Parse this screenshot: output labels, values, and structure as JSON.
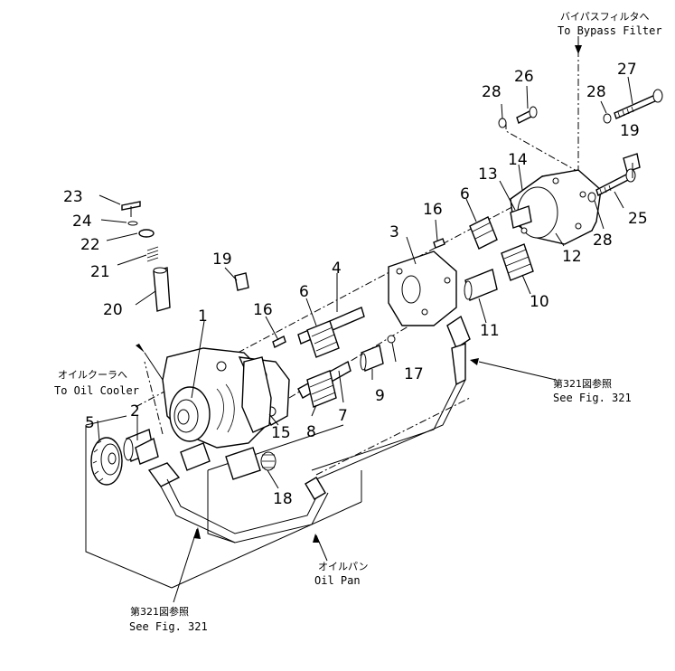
{
  "part_numbers": {
    "p1": "1",
    "p2": "2",
    "p3": "3",
    "p4": "4",
    "p5": "5",
    "p6a": "6",
    "p6b": "6",
    "p7": "7",
    "p8": "8",
    "p9": "9",
    "p10": "10",
    "p11": "11",
    "p12": "12",
    "p13": "13",
    "p14": "14",
    "p15": "15",
    "p16a": "16",
    "p16b": "16",
    "p17": "17",
    "p18": "18",
    "p19a": "19",
    "p19b": "19",
    "p20": "20",
    "p21": "21",
    "p22": "22",
    "p23": "23",
    "p24": "24",
    "p25": "25",
    "p26": "26",
    "p27": "27",
    "p28a": "28",
    "p28b": "28",
    "p28c": "28"
  },
  "callouts": {
    "bypass_jp": "バイパスフィルタへ",
    "bypass_en": "To Bypass Filter",
    "cooler_jp": "オイルクーラへ",
    "cooler_en": "To Oil Cooler",
    "fig_right_jp": "第321図参照",
    "fig_right_en": "See Fig. 321",
    "fig_bottom_jp": "第321図参照",
    "fig_bottom_en": "See Fig. 321",
    "oilpan_jp": "オイルパン",
    "oilpan_en": "Oil Pan"
  }
}
